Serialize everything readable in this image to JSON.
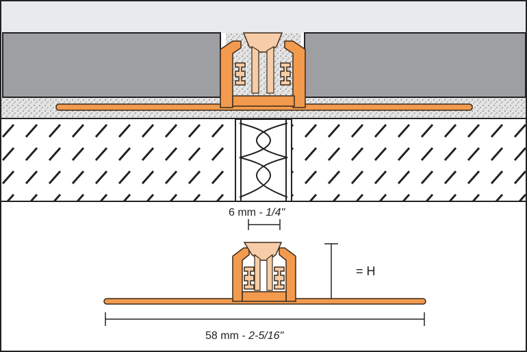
{
  "labels": {
    "joint_width_metric": "6 mm - ",
    "joint_width_imperial": "1/4\"",
    "height_label": "= H",
    "total_width_metric": "58 mm - ",
    "total_width_imperial": "2-5/16\""
  },
  "colors": {
    "profile_orange": "#F29A4E",
    "profile_outline": "#3a2a1a",
    "insert_beige": "#F6CDA8",
    "tile_gray": "#9e9fa3",
    "background_light": "#e9eaec",
    "substrate": "#ffffff",
    "line": "#222222"
  }
}
